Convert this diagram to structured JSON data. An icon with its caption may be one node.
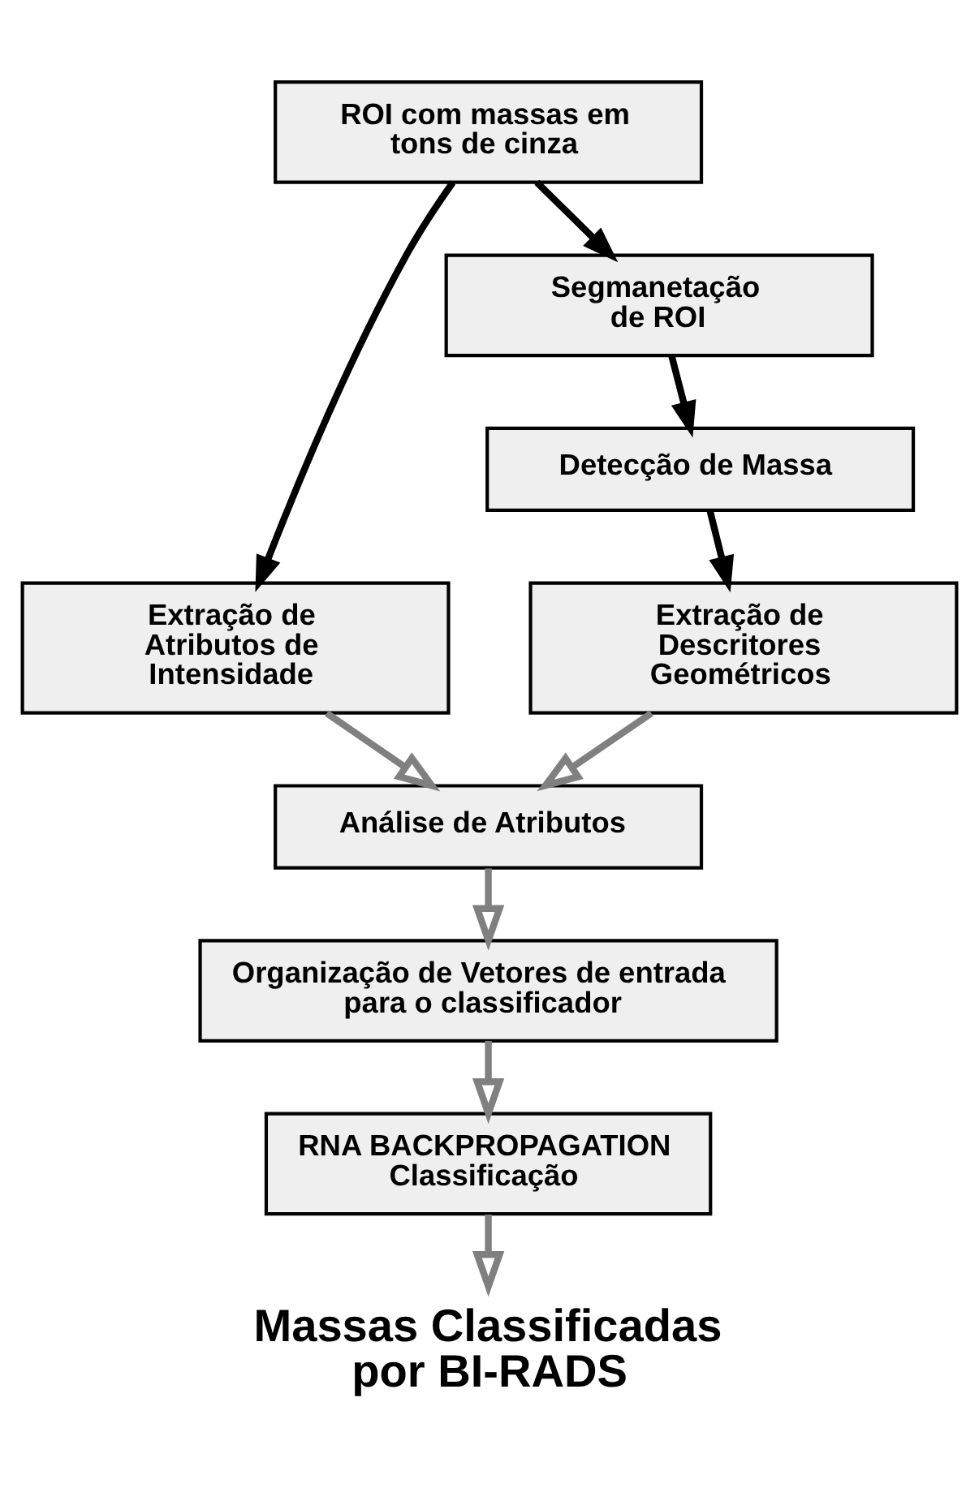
{
  "diagram": {
    "nodes": [
      {
        "text": [
          "ROI com massas em tons de cinza"
        ]
      },
      {
        "text": [
          "Segmanetação de ROI"
        ]
      },
      {
        "text": [
          "Detecção de Massa"
        ]
      },
      {
        "text": [
          "Extração de Atributos de Intensidade"
        ]
      },
      {
        "text": [
          "Extração de Descritores Geométricos"
        ]
      },
      {
        "text": [
          "Análise de Atributos"
        ]
      },
      {
        "text": [
          "Organização de Vetores de entrada para o classificador"
        ]
      },
      {
        "text": [
          "RNA BACKPROPAGATION Classificação"
        ]
      },
      {
        "text": [
          "Massas Classificadas por BI-RADS"
        ]
      }
    ],
    "edges": [
      {
        "from": 0,
        "to": 3,
        "arrow": "to",
        "color": "#000000"
      },
      {
        "from": 0,
        "to": 1,
        "arrow": "to",
        "color": "#000000"
      },
      {
        "from": 1,
        "to": 2,
        "arrow": "to",
        "color": "#000000"
      },
      {
        "from": 2,
        "to": 4,
        "arrow": "to",
        "color": "#000000"
      },
      {
        "from": 3,
        "to": 5,
        "arrow": "to"
      },
      {
        "from": 4,
        "to": 5,
        "arrow": "to"
      },
      {
        "from": 5,
        "to": 6,
        "arrow": "to"
      },
      {
        "from": 6,
        "to": 7,
        "arrow": "to"
      },
      {
        "from": 7,
        "to": 8,
        "arrow": "to"
      }
    ]
  }
}
